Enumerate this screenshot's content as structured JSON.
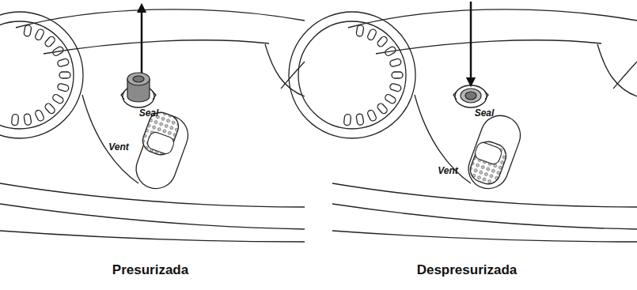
{
  "diagram": {
    "labels": [
      "Seal",
      "Vent",
      "Presurizada",
      "Seal",
      "Vent",
      "Despresurizada"
    ]
  }
}
